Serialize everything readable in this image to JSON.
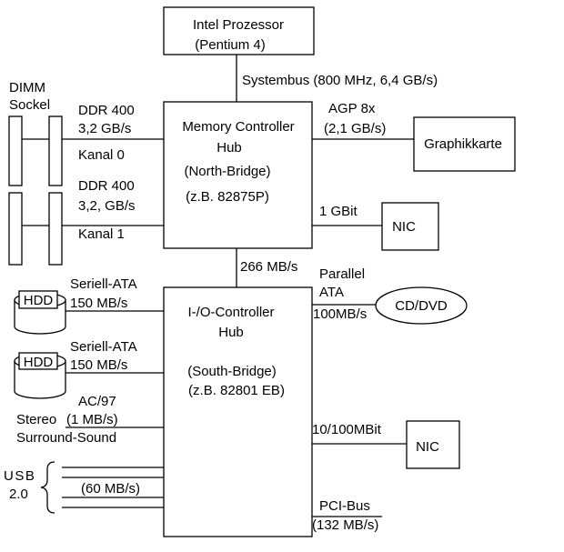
{
  "cpu": {
    "line1": "Intel Prozessor",
    "line2": "(Pentium 4)"
  },
  "system_bus": "Systembus (800 MHz, 6,4 GB/s)",
  "north_bridge": {
    "line1": "Memory Controller",
    "line2": "Hub",
    "line3": "(North-Bridge)",
    "line4": "(z.B. 82875P)"
  },
  "south_bridge": {
    "line1": "I-/O-Controller",
    "line2": "Hub",
    "line3": "(South-Bridge)",
    "line4": "(z.B. 82801 EB)"
  },
  "dimm": {
    "line1": "DIMM",
    "line2": "Sockel"
  },
  "channel0": {
    "line1": "DDR 400",
    "line2": "3,2 GB/s",
    "line3": "Kanal 0"
  },
  "channel1": {
    "line1": "DDR 400",
    "line2": "3,2, GB/s",
    "line3": "Kanal 1"
  },
  "agp": {
    "line1": "AGP 8x",
    "line2": "(2,1 GB/s)"
  },
  "graphics_card": "Graphikkarte",
  "nic_link_1g": "1 GBit",
  "nic_top": "NIC",
  "hub_link": "266 MB/s",
  "parallel_ata": {
    "line1": "Parallel",
    "line2": "ATA",
    "line3": "100MB/s"
  },
  "cd_dvd": "CD/DVD",
  "hdd1": {
    "icon": "HDD",
    "line1": "Seriell-ATA",
    "line2": "150 MB/s"
  },
  "hdd2": {
    "icon": "HDD",
    "line1": "Seriell-ATA",
    "line2": "150 MB/s"
  },
  "audio": {
    "line1": "AC/97",
    "line2": "Stereo",
    "line3": "(1 MB/s)",
    "line4": "Surround-Sound"
  },
  "nic_link_100m": "10/100MBit",
  "nic_bottom": "NIC",
  "usb": {
    "line1": "USB",
    "line2": "2.0",
    "speed": "(60 MB/s)"
  },
  "pci": {
    "line1": "PCI-Bus",
    "line2": "(132 MB/s)"
  }
}
